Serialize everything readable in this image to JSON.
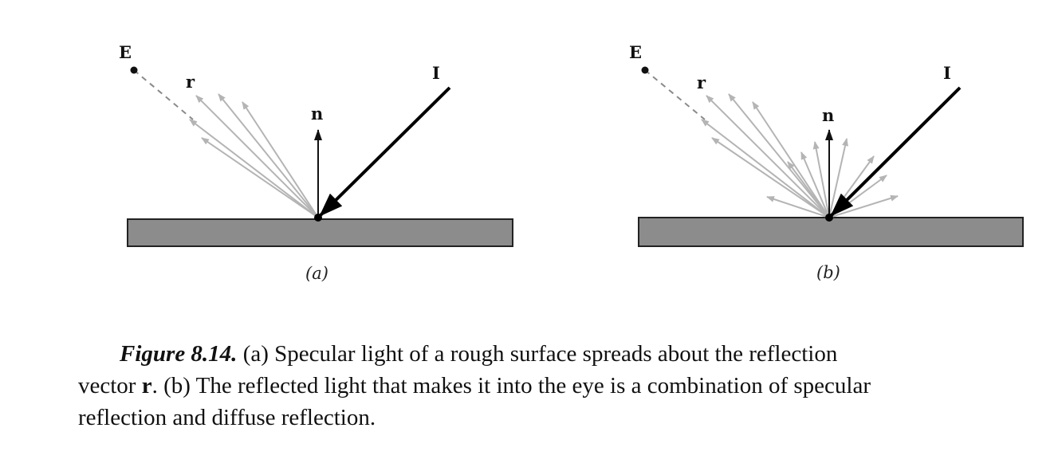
{
  "diagrams": {
    "a": {
      "sublabel": "(a)",
      "eye_label": "E",
      "reflection_label": "r",
      "normal_label": "n",
      "incident_label": "I"
    },
    "b": {
      "sublabel": "(b)",
      "eye_label": "E",
      "reflection_label": "r",
      "normal_label": "n",
      "incident_label": "I"
    }
  },
  "colors": {
    "surface_fill": "#8c8c8c",
    "surface_stroke": "#222222",
    "reflected_ray": "#b4b4b4",
    "normal": "#111111",
    "incident": "#000000"
  },
  "caption": {
    "figure_number": "Figure 8.14.",
    "line1_rest": " (a) Specular light of a rough surface spreads about the reflection",
    "line2_start": "vector ",
    "line2_bold": "r",
    "line2_rest": ". (b) The reflected light that makes it into the eye is a combination of specular",
    "line3": "reflection and diffuse reflection."
  }
}
